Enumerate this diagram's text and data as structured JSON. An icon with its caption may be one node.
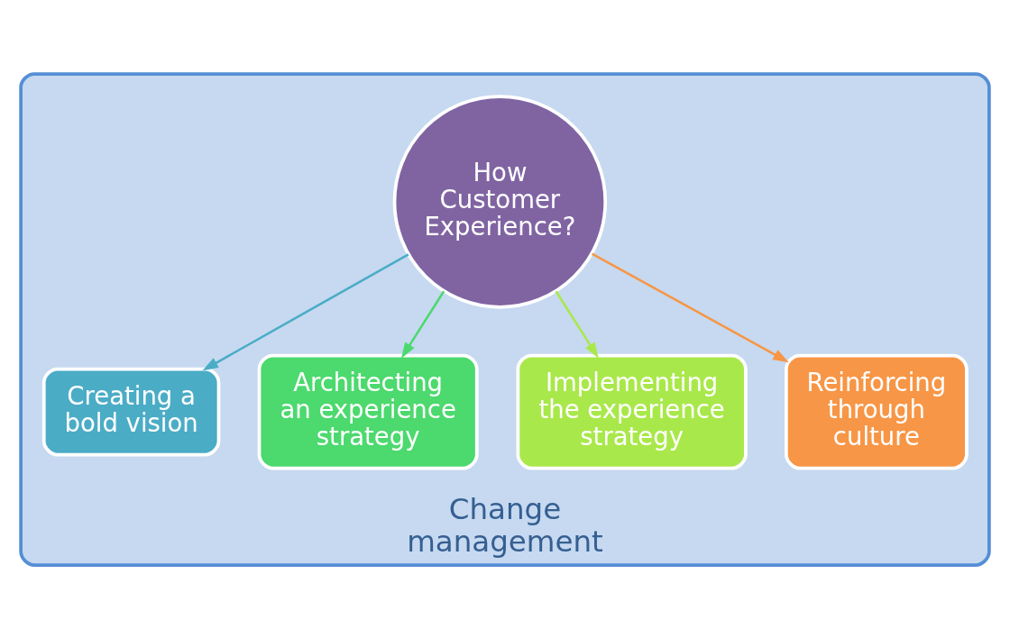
{
  "diagram": {
    "nodes": [
      {
        "text": [
          "Change management"
        ]
      },
      {
        "text": [
          "How Customer Experience?"
        ],
        "in": 0
      },
      {
        "text": [
          "Creating a bold vision"
        ],
        "in": 0
      },
      {
        "text": [
          "Reinforcing through culture"
        ],
        "in": 0
      },
      {
        "text": [
          "Architecting an experience strategy"
        ],
        "in": 0
      },
      {
        "text": [
          "Implementing the experience strategy"
        ],
        "in": 0
      }
    ],
    "edges": [
      {
        "from": 1,
        "to": 2,
        "arrow": "to",
        "color": "#4bacc6"
      },
      {
        "from": 1,
        "to": 3,
        "arrow": "to",
        "color": "#f79646"
      },
      {
        "from": 1,
        "to": 4,
        "arrow": "to",
        "color": "#4cd96e"
      },
      {
        "from": 1,
        "to": 5,
        "arrow": "to",
        "color": "#a9e84a"
      }
    ]
  }
}
